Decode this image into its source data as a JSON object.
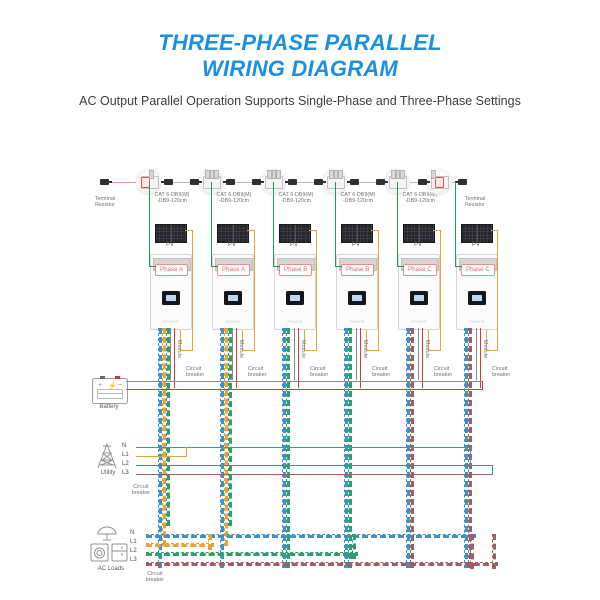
{
  "header": {
    "title_line1": "THREE-PHASE PARALLEL",
    "title_line2": "WIRING DIAGRAM",
    "subtitle": "AC Output Parallel Operation Supports Single-Phase and Three-Phase Settings",
    "title_color": "#1a8fe3",
    "subtitle_color": "#3c3c3c"
  },
  "network": {
    "terminal_resistor_left": "Terminal\nResistor",
    "terminal_resistor_right": "Terminal\nResistor",
    "cables": [
      {
        "line1": "CAT 6-DB9(M)",
        "line2": "-DB9-120cm"
      },
      {
        "line1": "CAT 6-DB9(M)",
        "line2": "-DB9-120cm"
      },
      {
        "line1": "CAT 6-DB9(M)",
        "line2": "-DB9-120cm"
      },
      {
        "line1": "CAT 6-DB9(M)",
        "line2": "-DB9-120cm"
      },
      {
        "line1": "CAT 6-DB9(M)",
        "line2": "-DB9-120cm"
      }
    ]
  },
  "inverters": [
    {
      "phase": "Phase A",
      "pv_label": "PV",
      "module_label": "Module",
      "breaker_label": "Circuit\nbreaker"
    },
    {
      "phase": "Phase A",
      "pv_label": "PV",
      "module_label": "Module",
      "breaker_label": "Circuit\nbreaker"
    },
    {
      "phase": "Phase B",
      "pv_label": "PV",
      "module_label": "Module",
      "breaker_label": "Circuit\nbreaker"
    },
    {
      "phase": "Phase B",
      "pv_label": "PV",
      "module_label": "Module",
      "breaker_label": "Circuit\nbreaker"
    },
    {
      "phase": "Phase C",
      "pv_label": "PV",
      "module_label": "Module",
      "breaker_label": "Circuit\nbreaker"
    },
    {
      "phase": "Phase C",
      "pv_label": "PV",
      "module_label": "Module",
      "breaker_label": "Circuit\nbreaker"
    }
  ],
  "battery": {
    "label": "Battery",
    "plus": "+",
    "minus": "−"
  },
  "utility": {
    "label": "Utility",
    "breaker_label": "Circuit\nbreaker",
    "lines": [
      "N",
      "L1",
      "L2",
      "L3"
    ]
  },
  "ac_loads": {
    "label": "AC Loads",
    "breaker_label": "Circuit\nbreaker",
    "lines": [
      "N",
      "L1",
      "L2",
      "L3"
    ]
  },
  "colors": {
    "neutral": "#3f92c8",
    "l1": "#e8a33d",
    "l2": "#2f9e6e",
    "l3": "#9c5f63",
    "battery_positive": "#d33b3b",
    "battery_negative": "#8a8a8a",
    "comm_green": "#1f9d55",
    "comm_gray": "#8f8f8f"
  }
}
